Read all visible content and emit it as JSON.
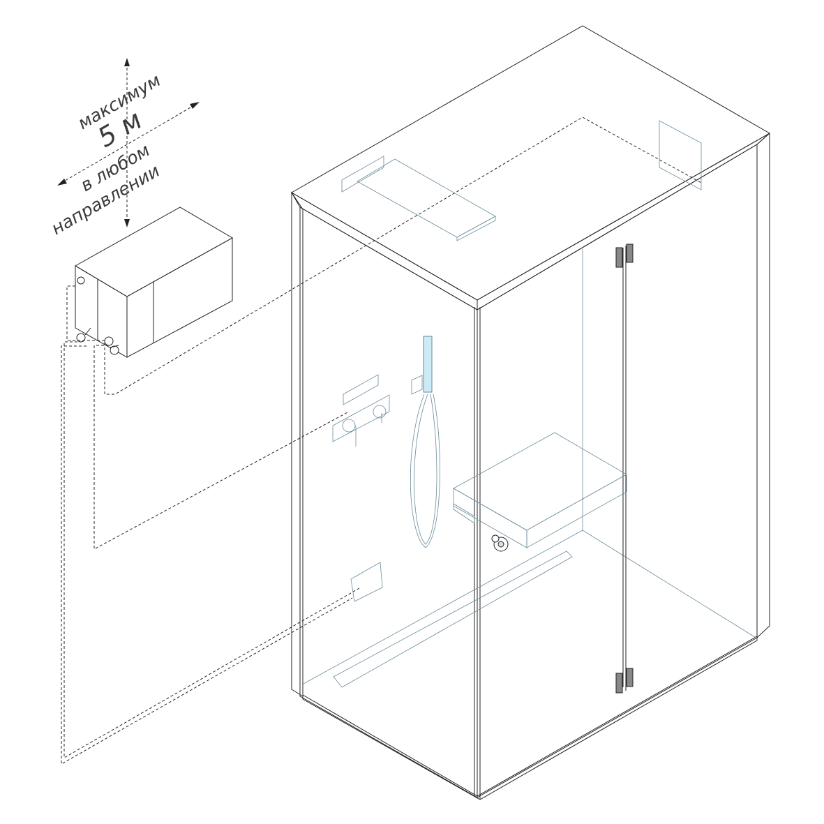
{
  "annotation": {
    "line1": "максимум",
    "line2": "5 м",
    "line3": "в любом",
    "line4": "направлении"
  },
  "colors": {
    "glass": "#cdebf7",
    "roof": "#d9d9d9",
    "frame": "#bdbdbd",
    "outline": "#222222",
    "generator_front": "#b5b5b5",
    "generator_body": "#ffffff"
  }
}
